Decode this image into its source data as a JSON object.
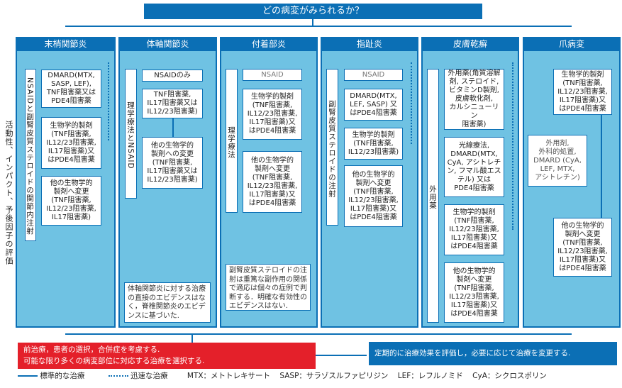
{
  "title": "どの病変がみられるか？",
  "side_label": "活動性、インパクト、予後因子の評価",
  "columns": [
    {
      "header": "末梢関節炎",
      "side": "NSAIDと副腎皮質ステロイドの関節内注射",
      "boxes": [
        "DMARD(MTX,\nSASP, LEF),\nTNF阻害薬又は\nPDE4阻害薬",
        "生物学的製剤\n(TNF阻害薬,\nIL12/23阻害薬,\nIL17阻害薬)又\nはPDE4阻害薬",
        "他の生物学的\n製剤へ変更\n(TNF阻害薬,\nIL12/23阻害薬,\nIL17阻害薬)"
      ]
    },
    {
      "header": "体軸関節炎",
      "side": "理学療法とNSAID",
      "boxes": [
        "NSAIDのみ",
        "TNF阻害薬,\nIL17阻害薬又は\nIL12/23阻害薬)",
        "他の生物学的\n製剤への変更\n(TNF阻害薬,\nIL17阻害薬又は\nIL12/23阻害薬)"
      ],
      "note": "体軸関節炎に対する治療の直接のエビデンスはなく，脊椎関節炎のエビデンスに基づいた."
    },
    {
      "header": "付着部炎",
      "side": "理学療法",
      "boxes": [
        "NSAID",
        "生物学的製剤\n(TNF阻害薬,\nIL12/23阻害薬,\nIL17阻害薬)又\nはPDE4阻害薬",
        "他の生物学的\n製剤へ変更\n(TNF阻害薬,\nIL12/23阻害薬,\nIL17阻害薬)又\nはPDE4阻害薬"
      ],
      "note": "副腎皮質ステロイドの注射は重篤な副作用の関係で適応は個々の症例で判断する．明確な有効性のエビデンスはない."
    },
    {
      "header": "指趾炎",
      "side": "副腎皮質ステロイドの注射",
      "boxes": [
        "NSAID",
        "DMARD(MTX,\nLEF, SASP) 又\nはPDE4阻害薬",
        "生物学的製剤\n(TNF阻害薬,\nIL12/23阻害薬)",
        "他の生物学的\n製剤へ変更\n(TNF阻害薬,\nIL12/23阻害薬,\nIL17阻害薬)又\nはPDE4阻害薬"
      ]
    },
    {
      "header": "皮膚乾癬",
      "side": "外用薬",
      "boxes": [
        "外用薬(角質溶解\n剤, ステロイド,\nビタミンD製剤,\n皮膚軟化剤,\nカルシニューリン\n阻害薬)",
        "光線療法,\nDMARD(MTX,\nCyA, アシトレチ\nン, フマル酸エス\nテル) 又は\nPDE4阻害薬",
        "生物学的製剤\n(TNF阻害薬,\nIL12/23阻害薬,\nIL17阻害薬)又\nはPDE4阻害薬",
        "他の生物学的\n製剤へ変更\n(TNF阻害薬,\nIL12/23阻害薬,\nIL17阻害薬)又\nはPDE4阻害薬"
      ]
    },
    {
      "header": "爪病変",
      "boxes": [
        "生物学的製剤\n(TNF阻害薬,\nIL12/23阻害薬,\nIL17阻害薬)又\nはPDE4阻害薬",
        "外用剤,\n外科的処置,\nDMARD (CyA,\nLEF, MTX,\nアシトレチン)",
        "他の生物学的\n製剤へ変更\n(TNF阻害薬,\nIL12/23阻害薬,\nIL17阻害薬)又\nはPDE4阻害薬"
      ]
    }
  ],
  "bottom": {
    "red_line1": "前治療，患者の選択，合併症を考慮する.",
    "red_line2": "可能な限り多くの病変部位に対応する治療を選択する.",
    "blue": "定期的に治療効果を評価し，必要に応じて治療を変更する."
  },
  "legend": {
    "standard": "標準的な治療",
    "rapid": "迅速な治療",
    "abbrevs": [
      "MTX：メトトレキサート",
      "SASP：サラゾスルファピリジン",
      "LEF：レフルノミド",
      "CyA：シクロスポリン"
    ]
  },
  "colors": {
    "blue": "#0b6fb5",
    "light": "#6fc2e3",
    "red": "#e4202a"
  }
}
